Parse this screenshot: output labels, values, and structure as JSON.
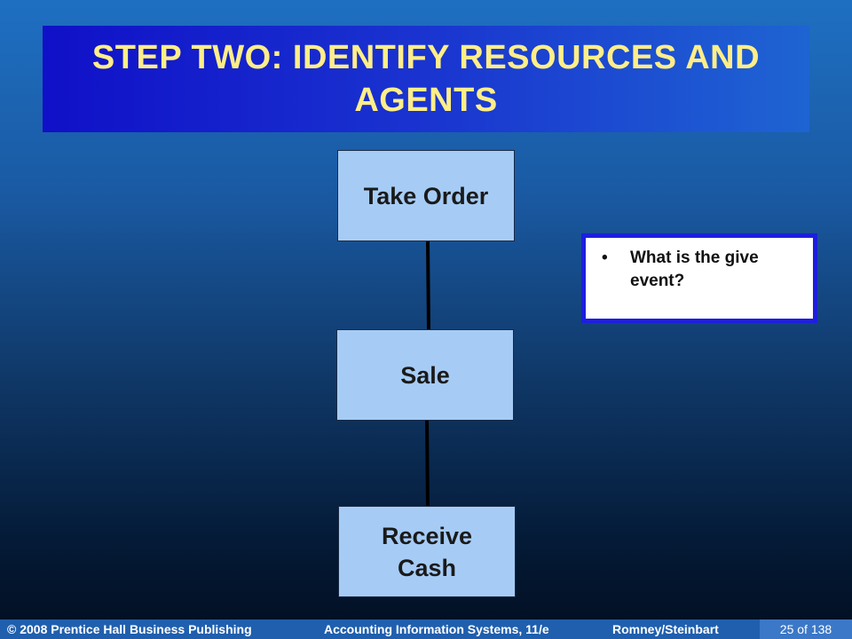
{
  "slide": {
    "title": "STEP TWO: IDENTIFY RESOURCES AND AGENTS"
  },
  "diagram": {
    "events": [
      {
        "label": "Take Order"
      },
      {
        "label": "Sale"
      },
      {
        "label": "Receive Cash"
      }
    ],
    "callout": {
      "bullet": "•",
      "text": "What is the give event?"
    }
  },
  "footer": {
    "copyright": "© 2008 Prentice Hall Business Publishing",
    "book": "Accounting Information Systems, 11/e",
    "authors": "Romney/Steinbart",
    "page": "25 of 138"
  },
  "colors": {
    "title_text": "#ffee88",
    "title_bar": "#1010c8",
    "event_box": "#a6ccf6",
    "callout_border": "#1e1ee0",
    "footer_bar": "#1f5fae"
  }
}
